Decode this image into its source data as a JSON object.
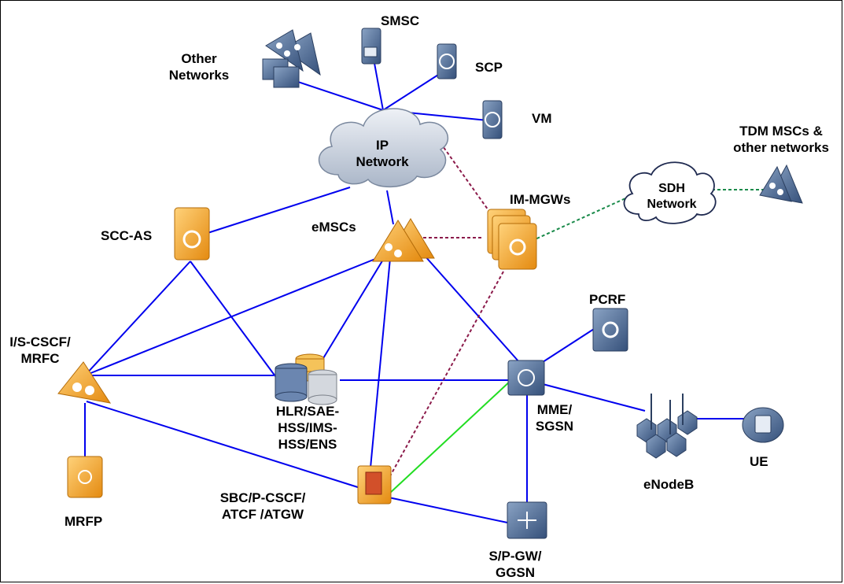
{
  "labels": {
    "other_networks": "Other\nNetworks",
    "smsc": "SMSC",
    "scp": "SCP",
    "vm": "VM",
    "ip_network": "IP\nNetwork",
    "tdm_mscs": "TDM MSCs &\nother networks",
    "sdh_network": "SDH\nNetwork",
    "im_mgws": "IM-MGWs",
    "scc_as": "SCC-AS",
    "emscs": "eMSCs",
    "pcrf": "PCRF",
    "i_s_cscf": "I/S-CSCF/\nMRFC",
    "hlr": "HLR/SAE-\nHSS/IMS-\nHSS/ENS",
    "mme": "MME/\nSGSN",
    "enodeb": "eNodeB",
    "ue": "UE",
    "mrfp": "MRFP",
    "sbc": "SBC/P-CSCF/\nATCF /ATGW",
    "spgw": "S/P-GW/\nGGSN"
  },
  "colors": {
    "signaling_link": "#0000ee",
    "media_link": "#8b1a4a",
    "tdm_link": "#1a8a4a",
    "user_plane_link": "#22dd22",
    "orange_node": "#f3a623",
    "blue_node": "#4a6690",
    "cloud": "#c9d2e0"
  }
}
